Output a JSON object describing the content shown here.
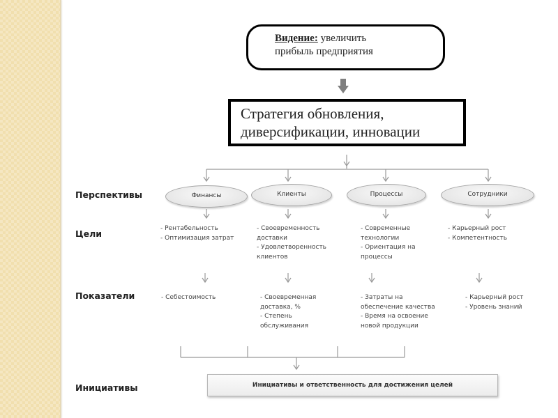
{
  "vision": {
    "label": "Видение:",
    "text_line1": " увеличить",
    "text_line2": "прибыль предприятия"
  },
  "strategy": {
    "line1": "Стратегия обновления,",
    "line2": "диверсификации, инновации"
  },
  "rows": {
    "perspectives": "Перспективы",
    "goals": "Цели",
    "indicators": "Показатели",
    "initiatives": "Инициативы"
  },
  "perspectives": [
    {
      "name": "Финансы",
      "goals": [
        "- Рентабельность",
        "- Оптимизация затрат"
      ],
      "indicators": [
        "- Себестоимость"
      ]
    },
    {
      "name": "Клиенты",
      "goals": [
        "- Своевременность",
        "доставки",
        "- Удовлетворенность",
        "клиентов"
      ],
      "indicators": [
        "- Своевременная",
        "доставка, %",
        "- Степень",
        "обслуживания"
      ]
    },
    {
      "name": "Процессы",
      "goals": [
        "- Современные",
        "технологии",
        "- Ориентация на",
        "процессы"
      ],
      "indicators": [
        "- Затраты на",
        "обеспечение качества",
        "- Время на освоение",
        "новой продукции"
      ]
    },
    {
      "name": "Сотрудники",
      "goals": [
        "- Карьерный рост",
        "- Компетентность"
      ],
      "indicators": [
        "- Карьерный рост",
        "- Уровень знаний"
      ]
    }
  ],
  "initiative_box": "Инициативы и ответственность для достижения целей",
  "colors": {
    "sidebar": "#f1dfae",
    "arrow_gray": "#7f7f7f",
    "connector": "#999999"
  }
}
